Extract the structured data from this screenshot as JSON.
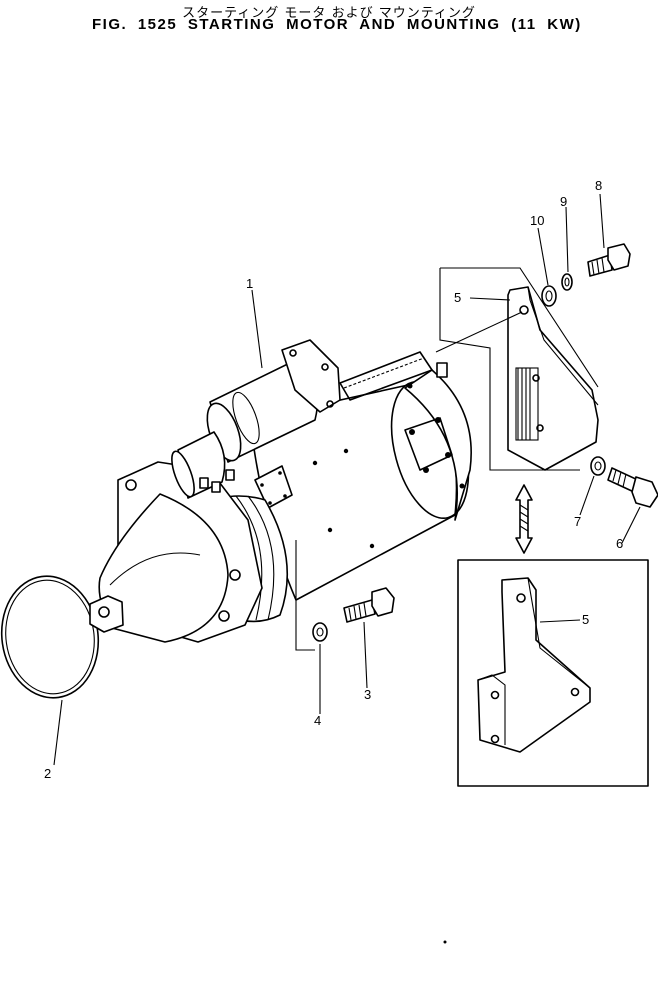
{
  "header": {
    "title_jp": "スターティング モータ および マウンティング",
    "title_en": "FIG. 1525  STARTING MOTOR AND MOUNTING (11 KW)"
  },
  "callouts": {
    "c1": "1",
    "c2": "2",
    "c3": "3",
    "c4": "4",
    "c5a": "5",
    "c5b": "5",
    "c6": "6",
    "c7": "7",
    "c8": "8",
    "c9": "9",
    "c10": "10"
  }
}
